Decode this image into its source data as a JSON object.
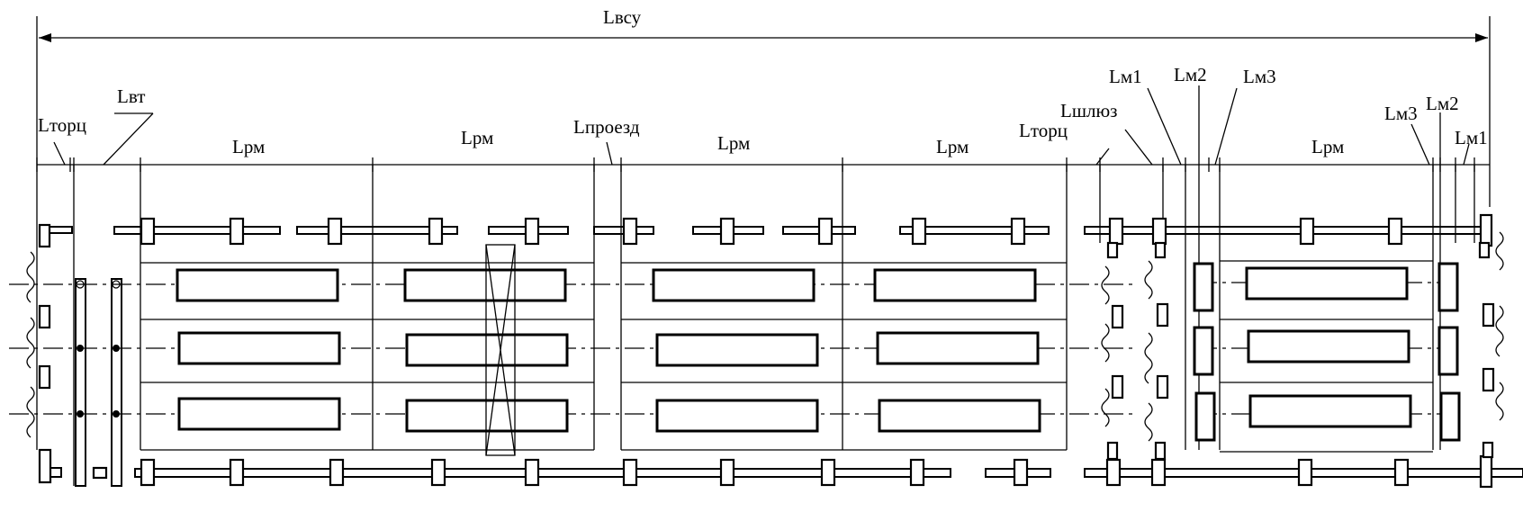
{
  "labels": {
    "total": "Lвсу",
    "vt": "Lвт",
    "torc_left": "Lторц",
    "rm1": "Lрм",
    "rm2": "Lрм",
    "proezd": "Lпроезд",
    "rm3": "Lрм",
    "rm4": "Lрм",
    "torc_right": "Lторц",
    "shluz": "Lшлюз",
    "m1_left": "Lм1",
    "m2_left": "Lм2",
    "m3_left": "Lм3",
    "rm5": "Lрм",
    "m3_right": "Lм3",
    "m2_right": "Lм2",
    "m1_right": "Lм1"
  }
}
